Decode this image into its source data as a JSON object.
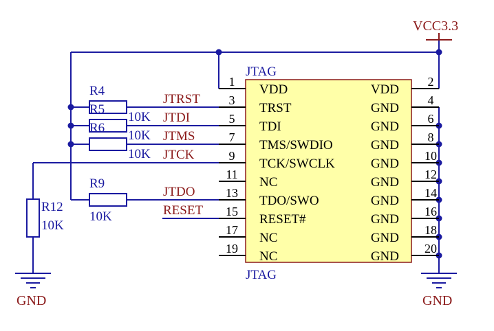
{
  "power": {
    "vcc_label": "VCC3.3",
    "gnd_label": "GND"
  },
  "connector": {
    "designator_top": "JTAG",
    "designator_bottom": "JTAG",
    "left_pins": [
      {
        "num": "1",
        "name": "VDD"
      },
      {
        "num": "3",
        "name": "TRST"
      },
      {
        "num": "5",
        "name": "TDI"
      },
      {
        "num": "7",
        "name": "TMS/SWDIO"
      },
      {
        "num": "9",
        "name": "TCK/SWCLK"
      },
      {
        "num": "11",
        "name": "NC"
      },
      {
        "num": "13",
        "name": "TDO/SWO"
      },
      {
        "num": "15",
        "name": "RESET#"
      },
      {
        "num": "17",
        "name": "NC"
      },
      {
        "num": "19",
        "name": "NC"
      }
    ],
    "right_pins": [
      {
        "num": "2",
        "name": "VDD"
      },
      {
        "num": "4",
        "name": "GND"
      },
      {
        "num": "6",
        "name": "GND"
      },
      {
        "num": "8",
        "name": "GND"
      },
      {
        "num": "10",
        "name": "GND"
      },
      {
        "num": "12",
        "name": "GND"
      },
      {
        "num": "14",
        "name": "GND"
      },
      {
        "num": "16",
        "name": "GND"
      },
      {
        "num": "18",
        "name": "GND"
      },
      {
        "num": "20",
        "name": "GND"
      }
    ]
  },
  "nets": {
    "jtrst": "JTRST",
    "jtdi": "JTDI",
    "jtms": "JTMS",
    "jtck": "JTCK",
    "jtdo": "JTDO",
    "reset": "RESET"
  },
  "resistors": {
    "r4": {
      "ref": "R4",
      "value": "10K"
    },
    "r5": {
      "ref": "R5",
      "value": "10K"
    },
    "r6": {
      "ref": "R6",
      "value": "10K"
    },
    "r9": {
      "ref": "R9",
      "value": "10K"
    },
    "r12": {
      "ref": "R12",
      "value": "10K"
    }
  },
  "colors": {
    "wire": "#1a1aa0",
    "component_fill": "#ffffa8",
    "component_border": "#8b1a1a",
    "pin": "#000000",
    "net_label": "#8b1a1a"
  }
}
